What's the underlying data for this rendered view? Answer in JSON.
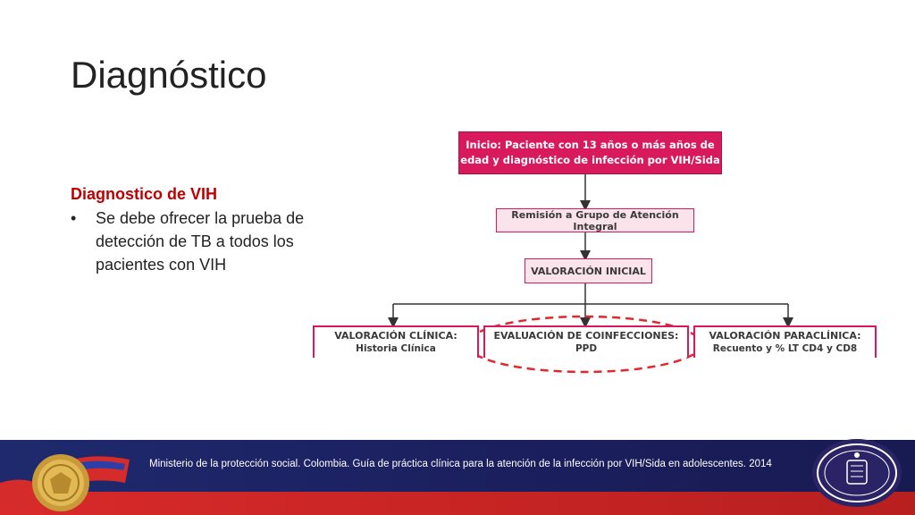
{
  "slide": {
    "title": "Diagnóstico",
    "subheading": "Diagnostico de VIH",
    "bullets": [
      "Se debe ofrecer la prueba de detección de TB a todos los pacientes con VIH"
    ]
  },
  "flowchart": {
    "start_line1": "Inicio: Paciente con 13 años o más años de",
    "start_line2": "edad y diagnóstico de infección por VIH/Sida",
    "remision": "Remisión a Grupo de Atención Integral",
    "valoracion_inicial": "VALORACIÓN INICIAL",
    "clinica_title": "VALORACIÓN CLÍNICA:",
    "clinica_sub": "Historia Clínica",
    "coinfecciones_title": "EVALUACIÓN DE COINFECCIONES:",
    "coinfecciones_sub": "PPD",
    "paraclinica_title": "VALORACIÓN PARACLÍNICA:",
    "paraclinica_sub": "Recuento y % LT CD4 y CD8"
  },
  "footer": {
    "citation": "Ministerio de la protección social. Colombia. Guía de práctica clínica para la atención de la infección por VIH/Sida en adolescentes. 2014"
  },
  "colors": {
    "accent": "#d8195b",
    "heading_red": "#c00000",
    "highlight_dash": "#e0282e",
    "footer_blue": "#1f2a6e",
    "footer_red": "#d82a2a"
  },
  "icons": [
    "medal-logo-icon",
    "university-crest-icon"
  ]
}
